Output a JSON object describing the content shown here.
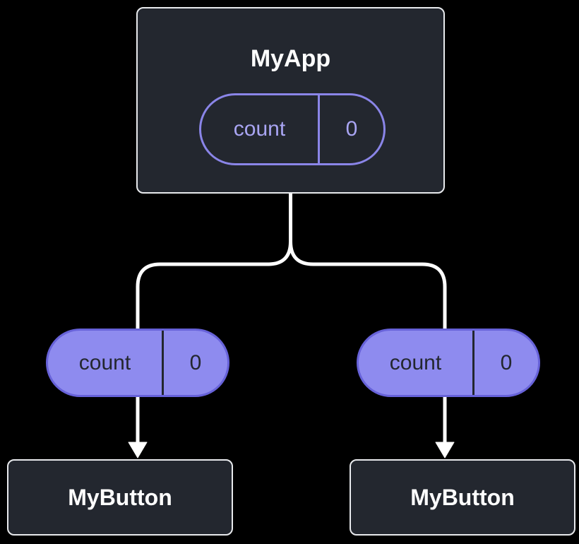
{
  "colors": {
    "background": "#000000",
    "node_fill": "#23272F",
    "node_border": "#E8EAED",
    "node_text": "#FFFFFF",
    "state_pill_border": "#8A85E8",
    "state_pill_text": "#A9A5F3",
    "prop_pill_fill": "#8E8BEF",
    "prop_pill_border": "#6762D9",
    "prop_pill_text": "#23272F",
    "prop_pill_divider": "#23272F",
    "connector": "#FFFFFF"
  },
  "diagram": {
    "root": {
      "title": "MyApp",
      "state": {
        "name": "count",
        "value": "0"
      }
    },
    "props": [
      {
        "name": "count",
        "value": "0"
      },
      {
        "name": "count",
        "value": "0"
      }
    ],
    "children": [
      {
        "title": "MyButton"
      },
      {
        "title": "MyButton"
      }
    ]
  }
}
